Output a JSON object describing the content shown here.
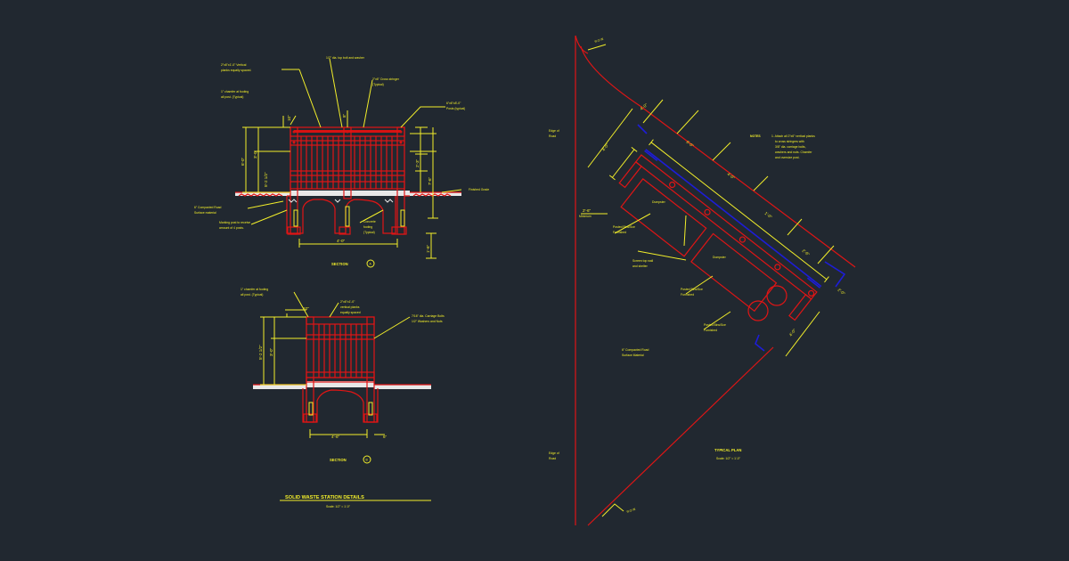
{
  "section_a": {
    "labels": {
      "top_left": [
        "2\"x6\"x1'-0\" Vertical",
        "planks equally spaced."
      ],
      "chamfer": [
        "1\" chamfer at footing",
        "all post. (Typical)"
      ],
      "top_center": "1/2\" dia. top bolt and washer",
      "cross_stringer": [
        "2\"x6\" Cross stringer",
        "(Typical)"
      ],
      "post": [
        "6\"x6\"x8'-0\"",
        "Posts (typical)"
      ],
      "finished_grade": "Finished Grade",
      "compacted_fill": [
        "6\" Compacted Road",
        "Surface material"
      ],
      "marking": [
        "Marking post to receive",
        "amount of 4 posts."
      ],
      "concrete_footing": [
        "Concrete",
        "footing",
        "(Typical)"
      ]
    },
    "dims": {
      "d_top": "10\"",
      "d_side": "6'-0\"",
      "d_mid": "3'-0\"",
      "d_left1": "5'-2 1/2\"",
      "d_right1": "2'-3\"",
      "d_right2": "7'-6\"",
      "d_bottom": "4'-0\"",
      "d_footing": "1'-6\"",
      "d_top_mid": "8\""
    },
    "caption": "SECTION",
    "marker": "A"
  },
  "section_b": {
    "labels": {
      "chamfer": [
        "1\" chamfer at footing",
        "all post. (Typical)"
      ],
      "planks": [
        "2\"x6\"x1'-0\"",
        "vertical planks",
        "equally spaced"
      ],
      "bolts": [
        "7/16\" dia. Carriage Bolts",
        "1/2\" Washers and Nuts"
      ]
    },
    "dims": {
      "d_top": "10\"",
      "d_left1": "5'-2 1/2\"",
      "d_left2": "3'-0\"",
      "d_bottom": "4'-6\"",
      "d_right": "6\""
    },
    "caption": "SECTION",
    "marker": "B"
  },
  "details_title": {
    "title": "SOLID WASTE STATION DETAILS",
    "scale": "Scale: 1/2\" = 1'-0\""
  },
  "plan": {
    "row_top": "R.O.W.",
    "row_bottom": "R.O.W.",
    "edge_label_top": [
      "Edge of",
      "Road"
    ],
    "edge_label_bottom": [
      "Edge of",
      "Road"
    ],
    "minimum": "Minimum",
    "dumpster_1": "Dumpster",
    "dumpster_2": "Dumpster",
    "owner_furnished_1": [
      "Posted Bins/Sce",
      "Furnished"
    ],
    "owner_furnished_2": [
      "Posted Bins/Sce",
      "Furnished"
    ],
    "owner_furnished_3": [
      "Posted Bins/Sce",
      "Furnished"
    ],
    "screen_wall": [
      "Screen top wall",
      "and shelter"
    ],
    "compacted_road": [
      "6\" Compacted Road",
      "Surface Material"
    ],
    "dims": {
      "p1": "2'-6\"",
      "p2": "4'-0\"",
      "p3": "4'-0\"",
      "p4": "6'-0\"",
      "p5": "4'-0\"",
      "p6": "1'-0\"",
      "p7": "2'-6\"",
      "p8": "4'-0\"",
      "p9": "2'-0\""
    },
    "notes": {
      "heading": "NOTES",
      "lines": [
        "1. Attach all 2\"x6\" vertical planks",
        "to cross stringers with",
        "3/8\" dia. carriage bolts,",
        "washers and nuts. Chamfer",
        "and oversize post."
      ]
    },
    "title": "TYPICAL PLAN",
    "scale": "Scale: 1/2\" = 1'-0\""
  },
  "colors": {
    "background": "#212830",
    "annotation": "#f2ee2a",
    "structure": "#e01515",
    "blue_marks": "#1d1dd8",
    "fill_white": "#e8e8e8"
  }
}
